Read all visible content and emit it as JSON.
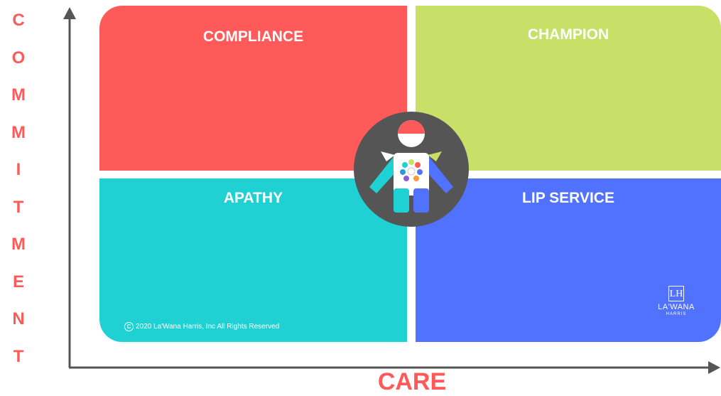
{
  "vertical_axis": {
    "letters": [
      "C",
      "O",
      "M",
      "M",
      "I",
      "T",
      "M",
      "E",
      "N",
      "T"
    ]
  },
  "horizontal_axis": {
    "label": "CARE"
  },
  "quadrants": {
    "top_left": {
      "label": "COMPLIANCE",
      "color": "#ff5a5a"
    },
    "top_right": {
      "label": "CHAMPION",
      "color": "#c8df68"
    },
    "bottom_left": {
      "label": "APATHY",
      "color": "#1fd1d3"
    },
    "bottom_right": {
      "label": "LIP SERVICE",
      "color": "#5172ff"
    }
  },
  "copyright": {
    "symbol": "C",
    "text": "2020 La'Wana Harris, Inc All Rights Reserved"
  },
  "logo": {
    "mark": "LH",
    "name": "LA'WANA",
    "sub": "HARRIS"
  },
  "colors": {
    "axis": "#555555",
    "center_circle": "#555555",
    "accent_text": "#ff5a5a"
  }
}
